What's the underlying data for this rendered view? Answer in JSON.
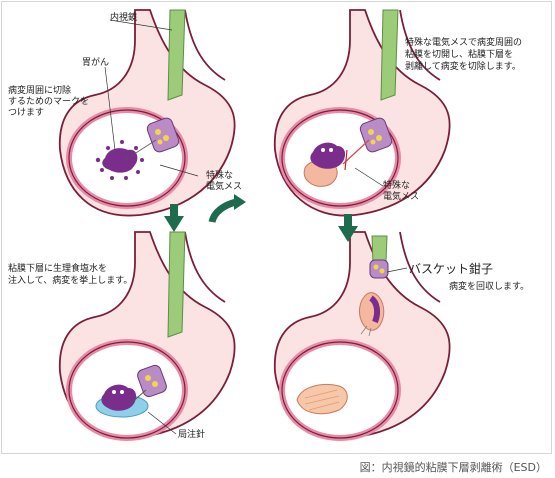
{
  "labels": {
    "endoscope": "内視鏡",
    "gastric_cancer": "胃がん",
    "marking_note": [
      "病変周囲に切除",
      "するためのマークを",
      "つけます"
    ],
    "special_knife_1": [
      "特殊な",
      "電気メス"
    ],
    "step2_note": [
      "特殊な電気メスで病変周囲の",
      "粘膜を切開し、粘膜下層を",
      "剥離して病変を切除します。"
    ],
    "special_knife_2": [
      "特殊な",
      "電気メス"
    ],
    "step3_note": [
      "粘膜下層に生理食塩水を",
      "注入して、病変を挙上します。"
    ],
    "local_injection_needle": "局注針",
    "basket_forceps": "バスケット鉗子",
    "recover_note": "病変を回収します。"
  },
  "caption": "図：内視鏡的粘膜下層剥離術（ESD）",
  "colors": {
    "stomach_fill": "#fbe3e3",
    "stomach_outline": "#7a1f3a",
    "mucosa_ring": "#e88aa8",
    "endoscope_green": "#9ccb7a",
    "lesion_purple": "#7b2d8b",
    "saline_blue": "#8ecfea",
    "arrow_green": "#1f6b4e",
    "scope_tip_purple": "#b98cc6",
    "excised_tissue": "#f3b89f"
  }
}
